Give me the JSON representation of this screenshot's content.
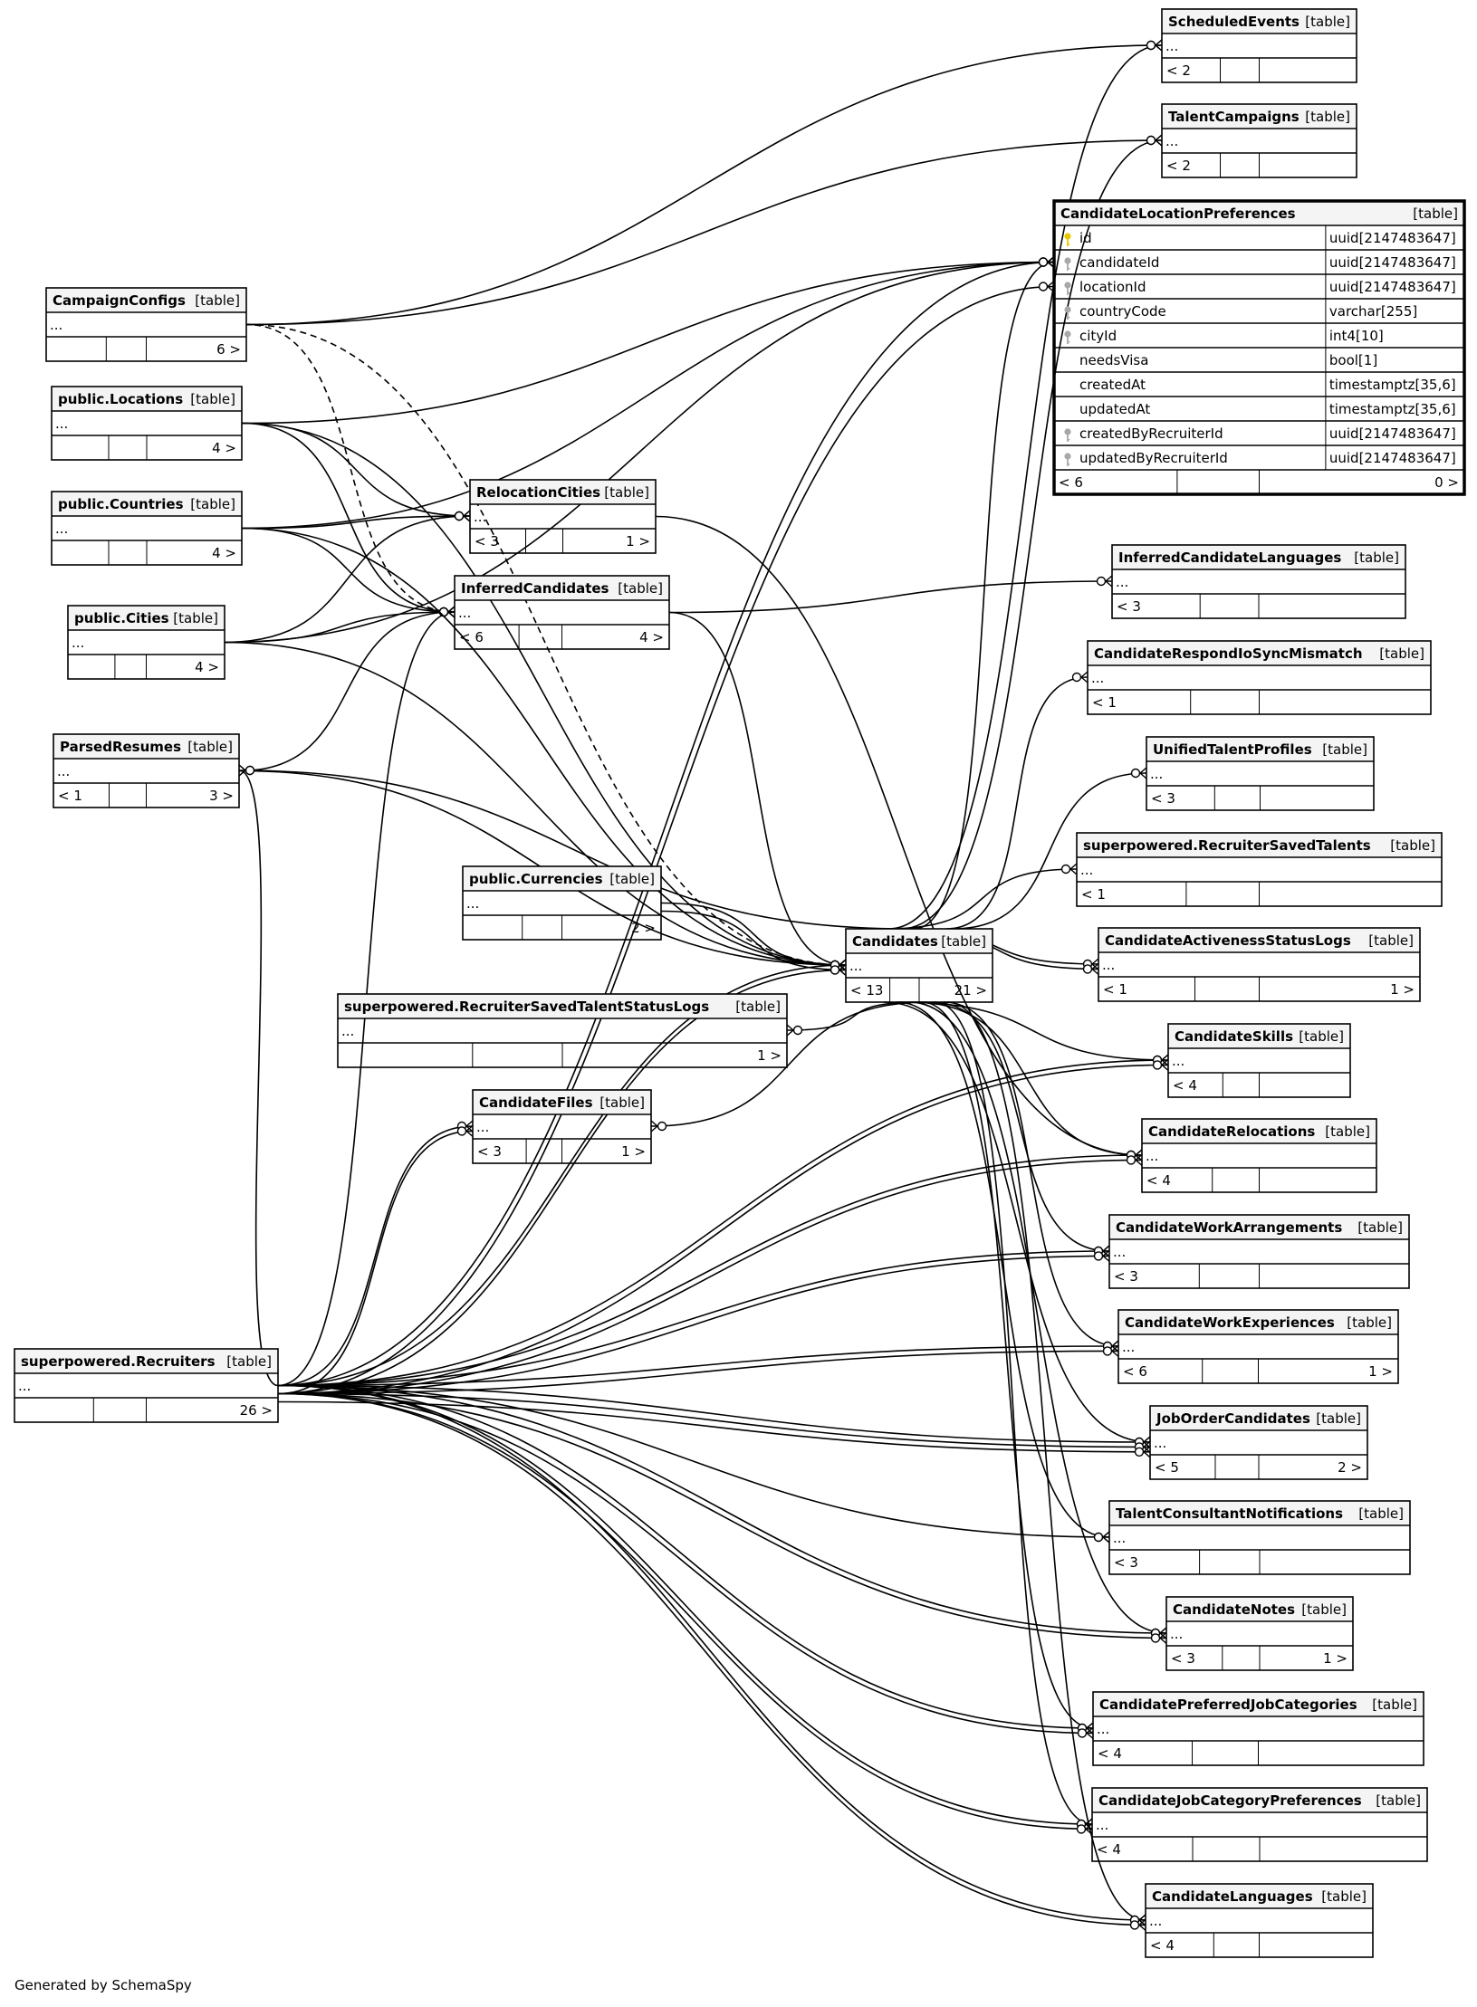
{
  "footer": "Generated by SchemaSpy",
  "tables": [
    {
      "id": "ScheduledEvents",
      "title": "ScheduledEvents",
      "tag": "[table]",
      "ellipsis": "...",
      "footer": [
        "< 2",
        "",
        ""
      ]
    },
    {
      "id": "TalentCampaigns",
      "title": "TalentCampaigns",
      "tag": "[table]",
      "ellipsis": "...",
      "footer": [
        "< 2",
        "",
        ""
      ]
    },
    {
      "id": "CandidateLocationPreferences",
      "title": "CandidateLocationPreferences",
      "tag": "[table]",
      "focus": true,
      "columns": [
        {
          "name": "id",
          "type": "uuid[2147483647]",
          "key": "pk"
        },
        {
          "name": "candidateId",
          "type": "uuid[2147483647]",
          "key": "fk"
        },
        {
          "name": "locationId",
          "type": "uuid[2147483647]",
          "key": "fk"
        },
        {
          "name": "countryCode",
          "type": "varchar[255]",
          "key": "fk"
        },
        {
          "name": "cityId",
          "type": "int4[10]",
          "key": "fk"
        },
        {
          "name": "needsVisa",
          "type": "bool[1]",
          "key": ""
        },
        {
          "name": "createdAt",
          "type": "timestamptz[35,6]",
          "key": ""
        },
        {
          "name": "updatedAt",
          "type": "timestamptz[35,6]",
          "key": ""
        },
        {
          "name": "createdByRecruiterId",
          "type": "uuid[2147483647]",
          "key": "fk"
        },
        {
          "name": "updatedByRecruiterId",
          "type": "uuid[2147483647]",
          "key": "fk"
        }
      ],
      "footer": [
        "< 6",
        "",
        "0 >"
      ]
    },
    {
      "id": "CampaignConfigs",
      "title": "CampaignConfigs",
      "tag": "[table]",
      "ellipsis": "...",
      "footer": [
        "",
        "",
        "6 >"
      ]
    },
    {
      "id": "publicLocations",
      "title": "public.Locations",
      "tag": "[table]",
      "ellipsis": "...",
      "footer": [
        "",
        "",
        "4 >"
      ]
    },
    {
      "id": "publicCountries",
      "title": "public.Countries",
      "tag": "[table]",
      "ellipsis": "...",
      "footer": [
        "",
        "",
        "4 >"
      ]
    },
    {
      "id": "publicCities",
      "title": "public.Cities",
      "tag": "[table]",
      "ellipsis": "...",
      "footer": [
        "",
        "",
        "4 >"
      ]
    },
    {
      "id": "RelocationCities",
      "title": "RelocationCities",
      "tag": "[table]",
      "ellipsis": "...",
      "footer": [
        "< 3",
        "",
        "1 >"
      ]
    },
    {
      "id": "InferredCandidates",
      "title": "InferredCandidates",
      "tag": "[table]",
      "ellipsis": "...",
      "footer": [
        "< 6",
        "",
        "4 >"
      ]
    },
    {
      "id": "ParsedResumes",
      "title": "ParsedResumes",
      "tag": "[table]",
      "ellipsis": "...",
      "footer": [
        "< 1",
        "",
        "3 >"
      ]
    },
    {
      "id": "publicCurrencies",
      "title": "public.Currencies",
      "tag": "[table]",
      "ellipsis": "...",
      "footer": [
        "",
        "",
        "2 >"
      ]
    },
    {
      "id": "Candidates",
      "title": "Candidates",
      "tag": "[table]",
      "ellipsis": "...",
      "footer": [
        "< 13",
        "",
        "21 >"
      ]
    },
    {
      "id": "RecruiterSavedTalentStatusLogs",
      "title": "superpowered.RecruiterSavedTalentStatusLogs",
      "tag": "[table]",
      "ellipsis": "...",
      "footer": [
        "",
        "",
        "1 >"
      ]
    },
    {
      "id": "CandidateFiles",
      "title": "CandidateFiles",
      "tag": "[table]",
      "ellipsis": "...",
      "footer": [
        "< 3",
        "",
        "1 >"
      ]
    },
    {
      "id": "Recruiters",
      "title": "superpowered.Recruiters",
      "tag": "[table]",
      "ellipsis": "...",
      "footer": [
        "",
        "",
        "26 >"
      ]
    },
    {
      "id": "InferredCandidateLanguages",
      "title": "InferredCandidateLanguages",
      "tag": "[table]",
      "ellipsis": "...",
      "footer": [
        "< 3",
        "",
        ""
      ]
    },
    {
      "id": "CandidateRespondIoSyncMismatch",
      "title": "CandidateRespondIoSyncMismatch",
      "tag": "[table]",
      "ellipsis": "...",
      "footer": [
        "< 1",
        "",
        ""
      ]
    },
    {
      "id": "UnifiedTalentProfiles",
      "title": "UnifiedTalentProfiles",
      "tag": "[table]",
      "ellipsis": "...",
      "footer": [
        "< 3",
        "",
        ""
      ]
    },
    {
      "id": "RecruiterSavedTalents",
      "title": "superpowered.RecruiterSavedTalents",
      "tag": "[table]",
      "ellipsis": "...",
      "footer": [
        "< 1",
        "",
        ""
      ]
    },
    {
      "id": "CandidateActivenessStatusLogs",
      "title": "CandidateActivenessStatusLogs",
      "tag": "[table]",
      "ellipsis": "...",
      "footer": [
        "< 1",
        "",
        "1 >"
      ]
    },
    {
      "id": "CandidateSkills",
      "title": "CandidateSkills",
      "tag": "[table]",
      "ellipsis": "...",
      "footer": [
        "< 4",
        "",
        ""
      ]
    },
    {
      "id": "CandidateRelocations",
      "title": "CandidateRelocations",
      "tag": "[table]",
      "ellipsis": "...",
      "footer": [
        "< 4",
        "",
        ""
      ]
    },
    {
      "id": "CandidateWorkArrangements",
      "title": "CandidateWorkArrangements",
      "tag": "[table]",
      "ellipsis": "...",
      "footer": [
        "< 3",
        "",
        ""
      ]
    },
    {
      "id": "CandidateWorkExperiences",
      "title": "CandidateWorkExperiences",
      "tag": "[table]",
      "ellipsis": "...",
      "footer": [
        "< 6",
        "",
        "1 >"
      ]
    },
    {
      "id": "JobOrderCandidates",
      "title": "JobOrderCandidates",
      "tag": "[table]",
      "ellipsis": "...",
      "footer": [
        "< 5",
        "",
        "2 >"
      ]
    },
    {
      "id": "TalentConsultantNotifications",
      "title": "TalentConsultantNotifications",
      "tag": "[table]",
      "ellipsis": "...",
      "footer": [
        "< 3",
        "",
        ""
      ]
    },
    {
      "id": "CandidateNotes",
      "title": "CandidateNotes",
      "tag": "[table]",
      "ellipsis": "...",
      "footer": [
        "< 3",
        "",
        "1 >"
      ]
    },
    {
      "id": "CandidatePreferredJobCategories",
      "title": "CandidatePreferredJobCategories",
      "tag": "[table]",
      "ellipsis": "...",
      "footer": [
        "< 4",
        "",
        ""
      ]
    },
    {
      "id": "CandidateJobCategoryPreferences",
      "title": "CandidateJobCategoryPreferences",
      "tag": "[table]",
      "ellipsis": "...",
      "footer": [
        "< 4",
        "",
        ""
      ]
    },
    {
      "id": "CandidateLanguages",
      "title": "CandidateLanguages",
      "tag": "[table]",
      "ellipsis": "...",
      "footer": [
        "< 4",
        "",
        ""
      ]
    }
  ],
  "relationships": [
    {
      "from": "ScheduledEvents",
      "to": "Candidates"
    },
    {
      "from": "ScheduledEvents",
      "to": "CampaignConfigs"
    },
    {
      "from": "TalentCampaigns",
      "to": "Candidates"
    },
    {
      "from": "TalentCampaigns",
      "to": "CampaignConfigs"
    },
    {
      "from": "CandidateLocationPreferences",
      "to": "Candidates"
    },
    {
      "from": "CandidateLocationPreferences",
      "to": "publicLocations"
    },
    {
      "from": "CandidateLocationPreferences",
      "to": "publicCountries"
    },
    {
      "from": "CandidateLocationPreferences",
      "to": "publicCities"
    },
    {
      "from": "CandidateLocationPreferences",
      "to": "Recruiters"
    },
    {
      "from": "CandidateLocationPreferences",
      "to": "Recruiters"
    },
    {
      "from": "Candidates",
      "to": "CampaignConfigs",
      "implied": true
    },
    {
      "from": "InferredCandidates",
      "to": "CampaignConfigs",
      "implied": true
    },
    {
      "from": "RelocationCities",
      "to": "publicLocations"
    },
    {
      "from": "RelocationCities",
      "to": "publicCountries"
    },
    {
      "from": "RelocationCities",
      "to": "publicCities"
    },
    {
      "from": "InferredCandidates",
      "to": "publicLocations"
    },
    {
      "from": "InferredCandidates",
      "to": "publicCountries"
    },
    {
      "from": "InferredCandidates",
      "to": "publicCities"
    },
    {
      "from": "InferredCandidates",
      "to": "ParsedResumes"
    },
    {
      "from": "InferredCandidates",
      "to": "Recruiters"
    },
    {
      "from": "Candidates",
      "to": "publicLocations"
    },
    {
      "from": "Candidates",
      "to": "publicCountries"
    },
    {
      "from": "Candidates",
      "to": "publicCities"
    },
    {
      "from": "Candidates",
      "to": "ParsedResumes"
    },
    {
      "from": "Candidates",
      "to": "publicCurrencies"
    },
    {
      "from": "Candidates",
      "to": "publicCurrencies"
    },
    {
      "from": "Candidates",
      "to": "InferredCandidates"
    },
    {
      "from": "Candidates",
      "to": "Recruiters"
    },
    {
      "from": "Candidates",
      "to": "Recruiters"
    },
    {
      "from": "ParsedResumes",
      "to": "Candidates"
    },
    {
      "from": "ParsedResumes",
      "to": "Recruiters"
    },
    {
      "from": "RecruiterSavedTalentStatusLogs",
      "to": "Candidates"
    },
    {
      "from": "CandidateFiles",
      "to": "Candidates"
    },
    {
      "from": "CandidateFiles",
      "to": "Recruiters"
    },
    {
      "from": "CandidateFiles",
      "to": "Recruiters"
    },
    {
      "from": "InferredCandidateLanguages",
      "to": "InferredCandidates"
    },
    {
      "from": "CandidateRespondIoSyncMismatch",
      "to": "Candidates"
    },
    {
      "from": "UnifiedTalentProfiles",
      "to": "Candidates"
    },
    {
      "from": "RecruiterSavedTalents",
      "to": "Candidates"
    },
    {
      "from": "CandidateActivenessStatusLogs",
      "to": "Candidates"
    },
    {
      "from": "CandidateActivenessStatusLogs",
      "to": "Candidates"
    },
    {
      "from": "CandidateSkills",
      "to": "Candidates"
    },
    {
      "from": "CandidateSkills",
      "to": "Recruiters"
    },
    {
      "from": "CandidateSkills",
      "to": "Recruiters"
    },
    {
      "from": "CandidateRelocations",
      "to": "Candidates"
    },
    {
      "from": "CandidateRelocations",
      "to": "RelocationCities"
    },
    {
      "from": "CandidateRelocations",
      "to": "Recruiters"
    },
    {
      "from": "CandidateRelocations",
      "to": "Recruiters"
    },
    {
      "from": "CandidateWorkArrangements",
      "to": "Candidates"
    },
    {
      "from": "CandidateWorkArrangements",
      "to": "Recruiters"
    },
    {
      "from": "CandidateWorkArrangements",
      "to": "Recruiters"
    },
    {
      "from": "CandidateWorkExperiences",
      "to": "Candidates"
    },
    {
      "from": "CandidateWorkExperiences",
      "to": "Recruiters"
    },
    {
      "from": "CandidateWorkExperiences",
      "to": "Recruiters"
    },
    {
      "from": "JobOrderCandidates",
      "to": "Candidates"
    },
    {
      "from": "JobOrderCandidates",
      "to": "Recruiters"
    },
    {
      "from": "JobOrderCandidates",
      "to": "Recruiters"
    },
    {
      "from": "JobOrderCandidates",
      "to": "Recruiters"
    },
    {
      "from": "TalentConsultantNotifications",
      "to": "Candidates"
    },
    {
      "from": "TalentConsultantNotifications",
      "to": "Recruiters"
    },
    {
      "from": "CandidateNotes",
      "to": "Candidates"
    },
    {
      "from": "CandidateNotes",
      "to": "Recruiters"
    },
    {
      "from": "CandidateNotes",
      "to": "Recruiters"
    },
    {
      "from": "CandidatePreferredJobCategories",
      "to": "Candidates"
    },
    {
      "from": "CandidatePreferredJobCategories",
      "to": "Recruiters"
    },
    {
      "from": "CandidatePreferredJobCategories",
      "to": "Recruiters"
    },
    {
      "from": "CandidateJobCategoryPreferences",
      "to": "Candidates"
    },
    {
      "from": "CandidateJobCategoryPreferences",
      "to": "Recruiters"
    },
    {
      "from": "CandidateJobCategoryPreferences",
      "to": "Recruiters"
    },
    {
      "from": "CandidateLanguages",
      "to": "Candidates"
    },
    {
      "from": "CandidateLanguages",
      "to": "Recruiters"
    },
    {
      "from": "CandidateLanguages",
      "to": "Recruiters"
    }
  ]
}
